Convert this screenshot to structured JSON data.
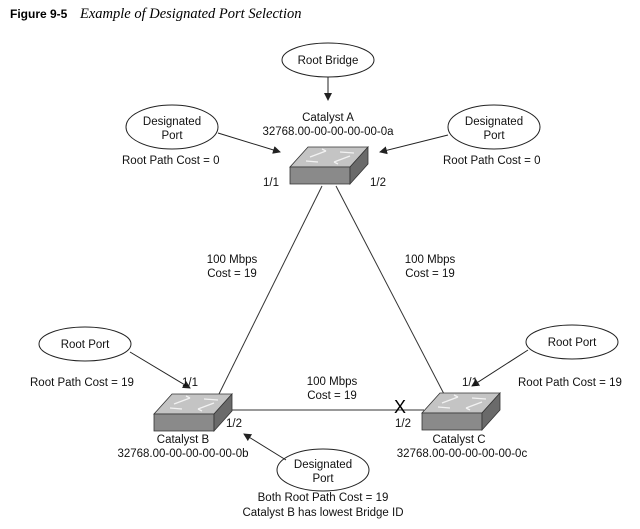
{
  "figure": {
    "number": "Figure 9-5",
    "title": "Example of Designated Port Selection"
  },
  "callouts": {
    "root_bridge": "Root Bridge",
    "a_designated_left": [
      "Designated",
      "Port"
    ],
    "a_designated_right": [
      "Designated",
      "Port"
    ],
    "b_root_port": "Root Port",
    "c_root_port": "Root Port",
    "b_designated": [
      "Designated",
      "Port"
    ]
  },
  "switches": {
    "a": {
      "name": "Catalyst A",
      "id": "32768.00-00-00-00-00-0a",
      "port_left": "1/1",
      "port_right": "1/2"
    },
    "b": {
      "name": "Catalyst B",
      "id": "32768.00-00-00-00-00-0b",
      "port_top": "1/1",
      "port_right": "1/2"
    },
    "c": {
      "name": "Catalyst C",
      "id": "32768.00-00-00-00-00-0c",
      "port_top": "1/1",
      "port_left": "1/2"
    }
  },
  "costs": {
    "a_left": "Root Path Cost = 0",
    "a_right": "Root Path Cost = 0",
    "b": "Root Path Cost = 19",
    "c": "Root Path Cost = 19"
  },
  "links": {
    "ab": [
      "100 Mbps",
      "Cost = 19"
    ],
    "ac": [
      "100 Mbps",
      "Cost = 19"
    ],
    "bc": [
      "100 Mbps",
      "Cost = 19"
    ]
  },
  "blocked_mark": "X",
  "bottom_note": [
    "Both Root Path Cost = 19",
    "Catalyst B has lowest Bridge ID"
  ],
  "colors": {
    "switch_top": "#c4c4c4",
    "switch_front": "#8a8a8a",
    "switch_side": "#6a6a6a"
  }
}
